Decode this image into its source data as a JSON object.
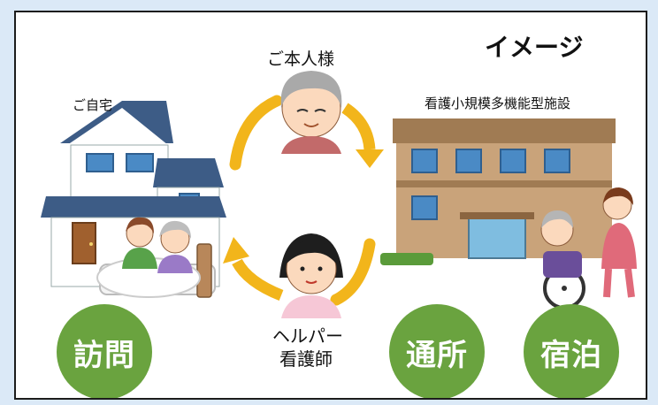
{
  "title": "イメージ",
  "person_label": "ご本人様",
  "home_label": "ご自宅",
  "facility_label": "看護小規模多機能型施設",
  "helper_label_line1": "ヘルパー",
  "helper_label_line2": "看護師",
  "services": {
    "visit": "訪問",
    "daycare": "通所",
    "stay": "宿泊"
  },
  "colors": {
    "service_circle": "#6aa33f",
    "arrow": "#f2b51b",
    "roof": "#3d5c86",
    "facility_wall": "#c9a37a",
    "facility_roof": "#a07b53",
    "background": "#dbe9f7"
  }
}
